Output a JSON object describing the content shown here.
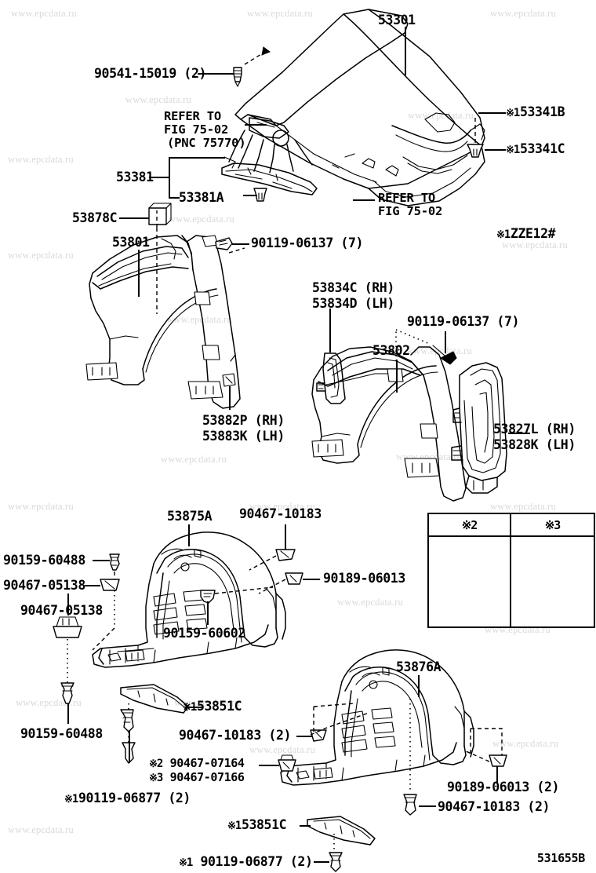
{
  "diagram": {
    "code": "531655B",
    "watermark_text": "www.epcdata.ru",
    "note_zze": "※1 ZZE12#"
  },
  "legend": {
    "columns": [
      {
        "header": "※2",
        "icon": "push-rivet-clip-large"
      },
      {
        "header": "※3",
        "icon": "push-rivet-clip-small"
      }
    ]
  },
  "labels": {
    "hood_panel": "53301",
    "hood_bumper": "90541-15019 (2)",
    "refer_75_02_pnc": "REFER TO\nFIG 75-02\n(PNC 75770)",
    "refer_75_02_a": "REFER TO",
    "refer_75_02_b": "FIG 75-02",
    "refer_top_1": "REFER TO",
    "refer_top_2": "FIG 75-02",
    "refer_top_3": "(PNC 75770)",
    "hood_insulator": "※1 53341B",
    "hood_insulator_clip": "※1 53341C",
    "seal_53381": "53381",
    "seal_53381a": "53381A",
    "cushion_53878c": "53878C",
    "fender_lh": "53801",
    "bolt_90119_a": "90119-06137 (7)",
    "bolt_90119_b": "90119-06137 (7)",
    "retainer_rh": "53882P (RH)",
    "retainer_lh": "53883K (LH)",
    "seal_rh": "53834C (RH)",
    "seal_lh": "53834D (LH)",
    "fender_rh": "53802",
    "bracket_rh": "53827L (RH)",
    "bracket_lh": "53828K (LH)",
    "liner_front_lh": "53875A",
    "clip_90467_10183": "90467-10183",
    "clip_90189_06013": "90189-06013",
    "screw_90159_60488_top": "90159-60488",
    "clip_90467_05138_top": "90467-05138",
    "clip_90467_05138_bot": "90467-05138",
    "screw_90159_60602": "90159-60602",
    "screw_90159_60488_bot": "90159-60488",
    "seal_53851c_left": "※1 53851C",
    "clip_90467_10183_2_left": "90467-10183 (2)",
    "clip_90467_07164": "※2 90467-07164",
    "clip_90467_07166": "※3 90467-07166",
    "bolt_90119_06877_left": "※1 90119-06877 (2)",
    "liner_front_rh": "53876A",
    "clip_90189_06013_2": "90189-06013 (2)",
    "clip_90467_10183_2_right": "90467-10183 (2)",
    "seal_53851c_bottom": "※1 53851C",
    "bolt_90119_06877_bottom": "※1 90119-06877 (2)"
  }
}
